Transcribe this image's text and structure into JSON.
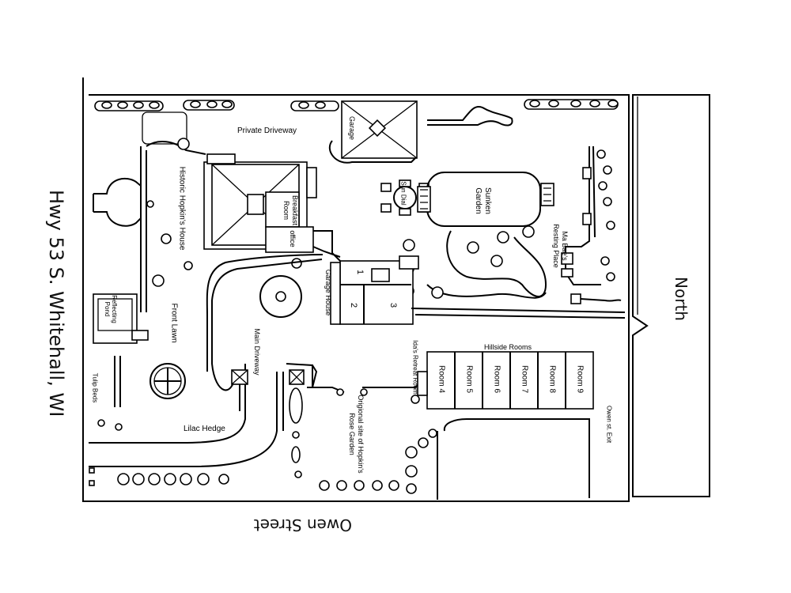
{
  "streets": {
    "left": "Hwy 53 S. Whitehall, WI",
    "bottom": "Owen Street",
    "right": "North"
  },
  "labels": {
    "private_driveway": "Private Driveway",
    "garage": "Garage",
    "historic_house": "Historic Hopkin's House",
    "breakfast_room": "Breakfast Room",
    "office": "office",
    "sun_dial": "Sun Dial",
    "sunken_garden": "Sunken Garden",
    "resting_place": "Ma Bae's Resting Place",
    "garage_house": "Garage House",
    "front_lawn": "Front Lawn",
    "reflecting_pond": "Reflecting Pond",
    "tulip_beds": "Tulip Beds",
    "lilac_hedge": "Lilac Hedge",
    "main_driveway": "Main Driveway",
    "rose_garden": "Origional site of Hopkin's Rose Garden",
    "ida_room": "Ida's Retreat Room",
    "hillside_rooms": "Hillside Rooms",
    "owen_exit": "Owen st. Exit"
  },
  "garage_house_units": [
    "1",
    "2",
    "3"
  ],
  "hillside_rooms": [
    "Room 4",
    "Room 5",
    "Room 6",
    "Room 7",
    "Room 8",
    "Room 9"
  ]
}
